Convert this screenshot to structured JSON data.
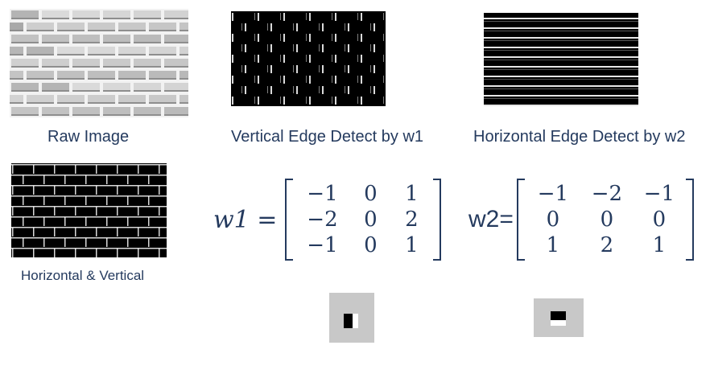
{
  "captions": {
    "raw": "Raw Image",
    "vertical": "Vertical Edge Detect by w1",
    "horizontal": "Horizontal Edge Detect by w2",
    "both": "Horizontal & Vertical"
  },
  "kernels": {
    "w1": {
      "label": "w1 =",
      "rows": [
        [
          "−1",
          "0",
          "1"
        ],
        [
          "−2",
          "0",
          "2"
        ],
        [
          "−1",
          "0",
          "1"
        ]
      ]
    },
    "w2": {
      "label": "w2=",
      "rows": [
        [
          "−1",
          "−2",
          "−1"
        ],
        [
          "0",
          "0",
          "0"
        ],
        [
          "1",
          "2",
          "1"
        ]
      ]
    }
  },
  "colors": {
    "text": "#243a5e",
    "brick_face": "#bdbdbd",
    "mortar": "#f2f2f2",
    "edge_background": "#000000",
    "edge_line": "#ffffff",
    "icon_background": "#c8c8c8"
  },
  "icons": [
    "vertical-kernel-icon",
    "horizontal-kernel-icon"
  ]
}
